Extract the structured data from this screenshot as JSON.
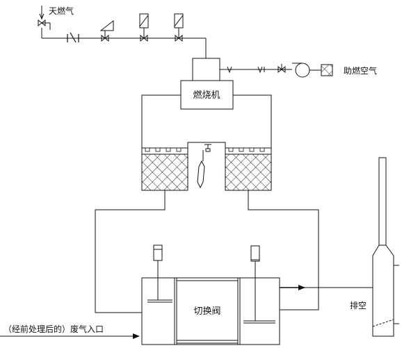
{
  "labels": {
    "natural_gas": "天燃气",
    "combustion_air": "助燃空气",
    "burner": "燃烧机",
    "switch_valve": "切换阀",
    "exhaust": "排空",
    "waste_gas_inlet": "（经前处理后的）废气入口"
  },
  "colors": {
    "line": "#111111",
    "media_hatch": "#222222",
    "background": "#ffffff"
  }
}
